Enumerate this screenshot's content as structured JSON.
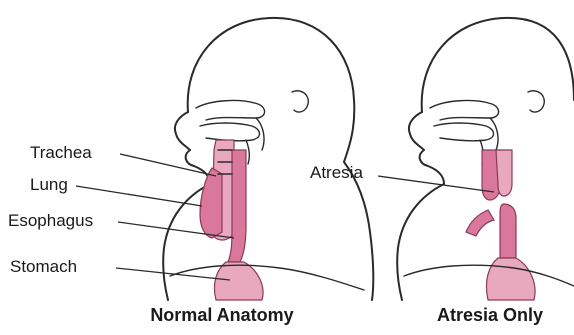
{
  "figures": [
    {
      "caption": "Normal Anatomy",
      "labels": {
        "trachea": "Trachea",
        "lung": "Lung",
        "esophagus": "Esophagus",
        "stomach": "Stomach"
      }
    },
    {
      "caption": "Atresia Only",
      "labels": {
        "atresia": "Atresia"
      }
    }
  ],
  "colors": {
    "organ": "#d9789a",
    "organ_light": "#e8a9bf",
    "outline": "#2a2a2a"
  }
}
